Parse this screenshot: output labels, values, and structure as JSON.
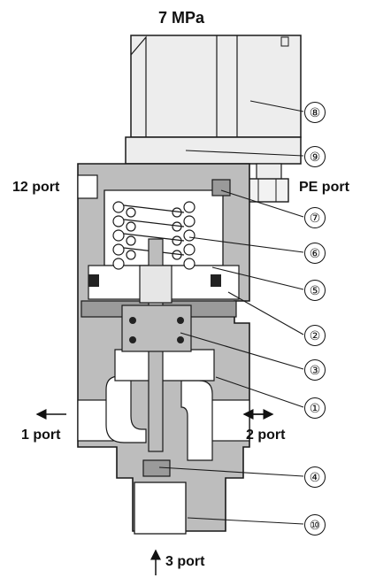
{
  "title": "7 MPa",
  "ports": {
    "p12": "12 port",
    "pe": "PE port",
    "p1": "1 port",
    "p2": "2 port",
    "p3": "3 port"
  },
  "callouts": {
    "c1": "①",
    "c2": "②",
    "c3": "③",
    "c4": "④",
    "c5": "⑤",
    "c6": "⑥",
    "c7": "⑦",
    "c8": "⑧",
    "c9": "⑨",
    "c10": "⑩"
  },
  "colors": {
    "body": "#bdbdbd",
    "bodyDark": "#9a9a9a",
    "line": "#1a1a1a",
    "hollow": "#ffffff"
  }
}
